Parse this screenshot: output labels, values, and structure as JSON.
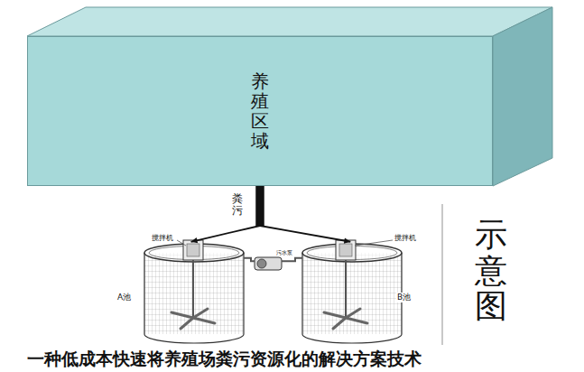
{
  "diagram": {
    "title": "示意图",
    "caption": "一种低成本快速将养殖场粪污资源化的解决方案技术",
    "nodes": [
      {
        "text": [
          "养殖区域"
        ]
      },
      {
        "text": [
          "A池"
        ]
      },
      {
        "text": [
          "B池"
        ]
      },
      {
        "text": [
          "污水泵"
        ]
      }
    ],
    "edges": [
      {
        "from": 0,
        "to": 1,
        "arrow": "to"
      },
      {
        "from": 0,
        "to": 2,
        "arrow": "to"
      },
      {
        "from": 3,
        "to": 1,
        "arrow": "none"
      },
      {
        "from": 3,
        "to": 2,
        "arrow": "none"
      }
    ],
    "labels": [
      "粪污",
      "搅拌机",
      "搅拌机"
    ]
  }
}
